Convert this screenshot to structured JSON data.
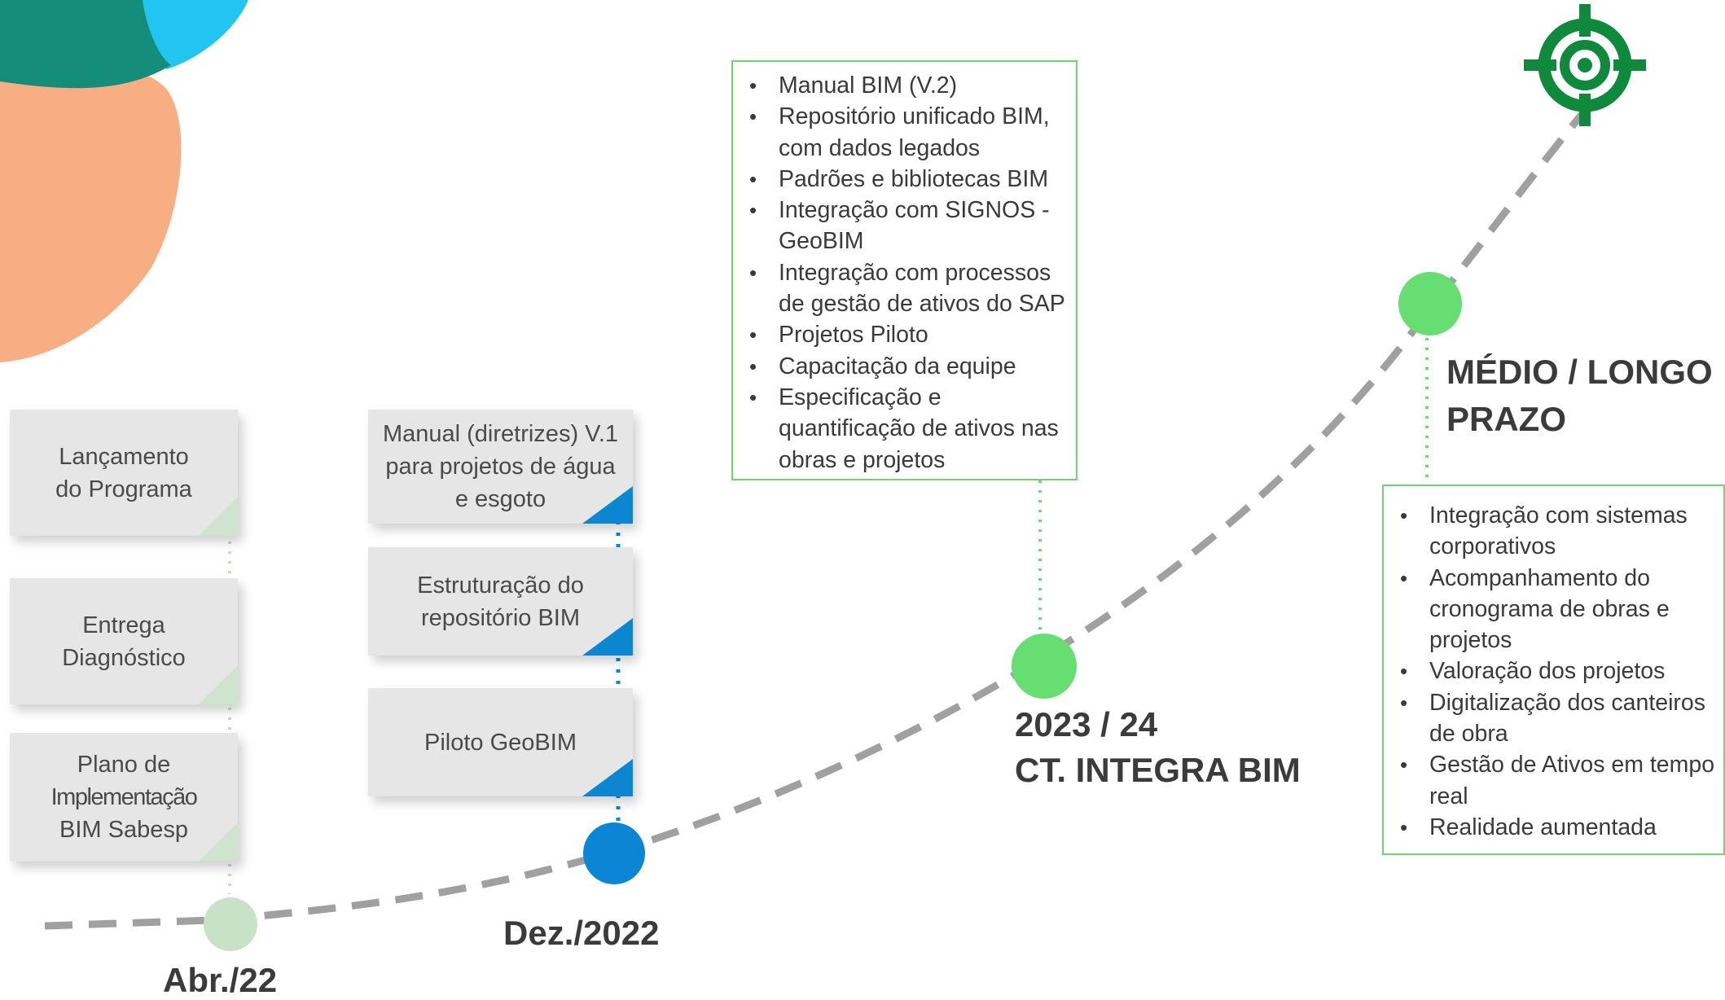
{
  "stage_left": {
    "milestone": "Abr./22",
    "cards": [
      {
        "lines": [
          "Lançamento",
          "do Programa"
        ]
      },
      {
        "lines": [
          "Entrega",
          "Diagnóstico"
        ]
      },
      {
        "lines": [
          "Plano de",
          "Implementação",
          "BIM Sabesp"
        ]
      }
    ]
  },
  "stage_dec": {
    "milestone": "Dez./2022",
    "cards": [
      {
        "lines": [
          "Manual (diretrizes) V.1",
          "para projetos de água",
          "e esgoto"
        ]
      },
      {
        "lines": [
          "Estruturação do",
          "repositório BIM"
        ]
      },
      {
        "lines": [
          "Piloto GeoBIM"
        ]
      }
    ]
  },
  "stage_2023": {
    "milestone_line1": "2023 / 24",
    "milestone_line2": "CT. INTEGRA BIM",
    "items": [
      "Manual BIM (V.2)",
      "Repositório unificado BIM, com dados legados",
      "Padrões e bibliotecas BIM",
      "Integração com SIGNOS - GeoBIM",
      "Integração com processos de gestão de ativos do SAP",
      "Projetos Piloto",
      "Capacitação da equipe",
      "Especificação e quantificação de ativos nas obras e projetos"
    ]
  },
  "stage_long": {
    "milestone_line1": "MÉDIO / LONGO",
    "milestone_line2": "PRAZO",
    "items": [
      "Integração com sistemas corporativos",
      "Acompanhamento do cronograma de obras e projetos",
      "Valoração dos projetos",
      "Digitalização dos canteiros de obra",
      "Gestão de Ativos em tempo real",
      "Realidade aumentada"
    ]
  },
  "icons": {
    "target": "target-icon"
  },
  "colors": {
    "timeline_dash": "#a0a0a0",
    "dot_apr": "#c8e2c8",
    "dot_dec": "#0a86d4",
    "dot_2023": "#66de72",
    "dot_long": "#66de72",
    "target_green": "#0f8a3c",
    "box_border": "#6fd672"
  }
}
